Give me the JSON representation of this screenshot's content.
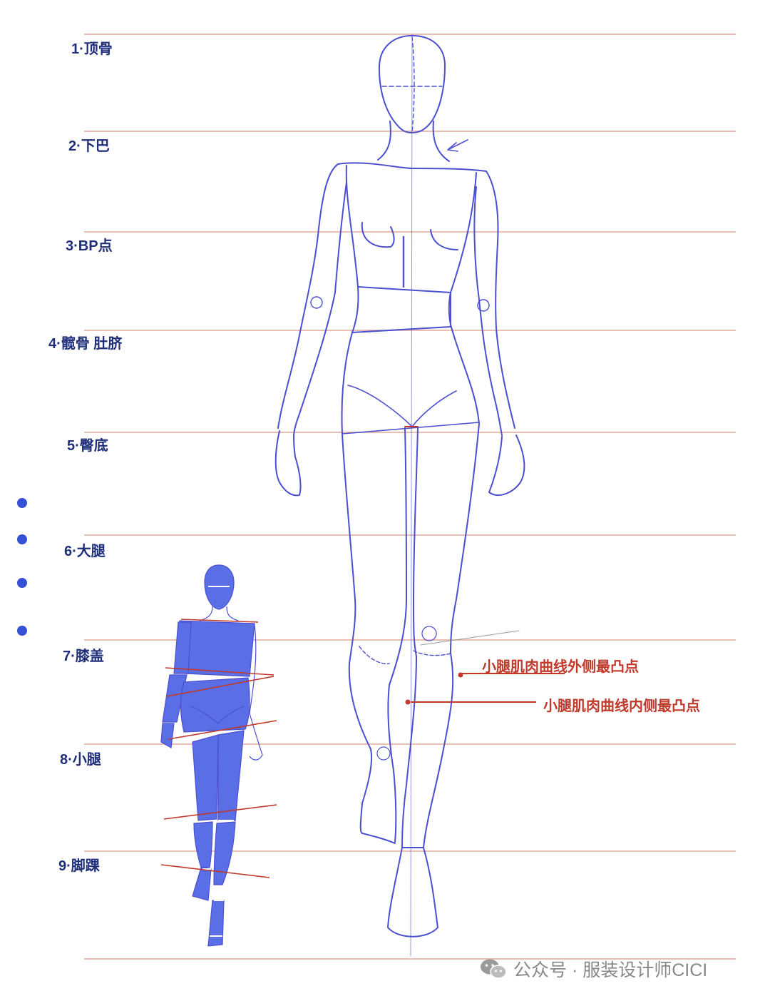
{
  "levels": [
    {
      "id": 1,
      "label": "1·顶骨"
    },
    {
      "id": 2,
      "label": "2·下巴"
    },
    {
      "id": 3,
      "label": "3·BP点"
    },
    {
      "id": 4,
      "label": "4·髋骨 肚脐"
    },
    {
      "id": 5,
      "label": "5·臀底"
    },
    {
      "id": 6,
      "label": "6·大腿"
    },
    {
      "id": 7,
      "label": "7·膝盖"
    },
    {
      "id": 8,
      "label": "8·小腿"
    },
    {
      "id": 9,
      "label": "9·脚踝"
    }
  ],
  "callouts": {
    "outer_calf": "小腿肌肉曲线外侧最凸点",
    "inner_calf": "小腿肌肉曲线内侧最凸点"
  },
  "watermark": {
    "text": "公众号 · 服装设计师CICI",
    "icon": "wechat-icon"
  },
  "colors": {
    "guide_line": "#e2a89a",
    "sketch": "#4b4fd0",
    "fill": "#5a6ee6",
    "accent": "#c0392b",
    "label": "#1f2f7a",
    "bullet": "#3550d6"
  }
}
